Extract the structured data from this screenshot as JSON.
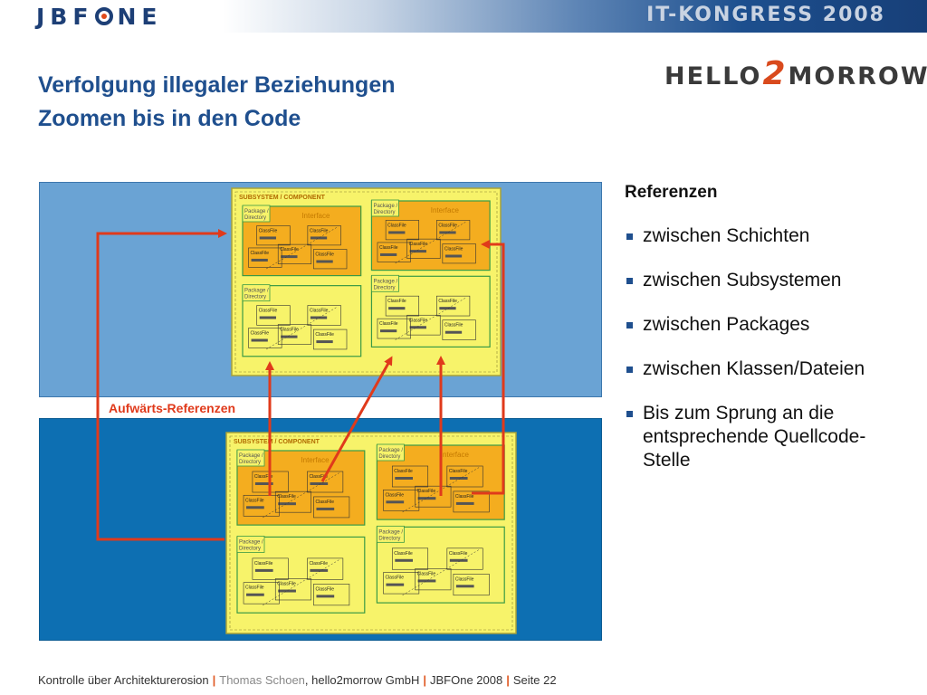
{
  "header": {
    "logo_text_left": "JBF",
    "logo_text_right": "NE",
    "event_title": "IT-KONGRESS 2008",
    "brand_left": "HELLO",
    "brand_num": "2",
    "brand_right": "MORROW"
  },
  "slide": {
    "title_line1": "Verfolgung illegaler Beziehungen",
    "title_line2": "Zoomen bis in den Code",
    "arrow_label": "Aufwärts-Referenzen",
    "references_heading": "Referenzen",
    "bullets": [
      "zwischen Schichten",
      "zwischen Subsystemen",
      "zwischen Packages",
      "zwischen Klassen/Dateien",
      "Bis zum Sprung an die entsprechende Quellcode-Stelle"
    ]
  },
  "diagram": {
    "subsystem_label": "SUBSYSTEM / COMPONENT",
    "interface_label": "Interface",
    "package_label_line1": "Package /",
    "package_label_line2": "Directory",
    "classfile_label": "ClassFile",
    "colors": {
      "subsystem_fill": "#f7f36a",
      "package_active_fill": "#f4ad1f",
      "package_inactive_fill": "#f7f36a",
      "package_border": "#3a9a45",
      "arrow": "#e03a1b"
    }
  },
  "footer": {
    "part1": "Kontrolle über Architekturerosion",
    "part2": "Thomas Schoen",
    "part3": ", hello2morrow GmbH",
    "part4": "JBFOne 2008",
    "part5": "Seite 22",
    "separator": "|"
  }
}
